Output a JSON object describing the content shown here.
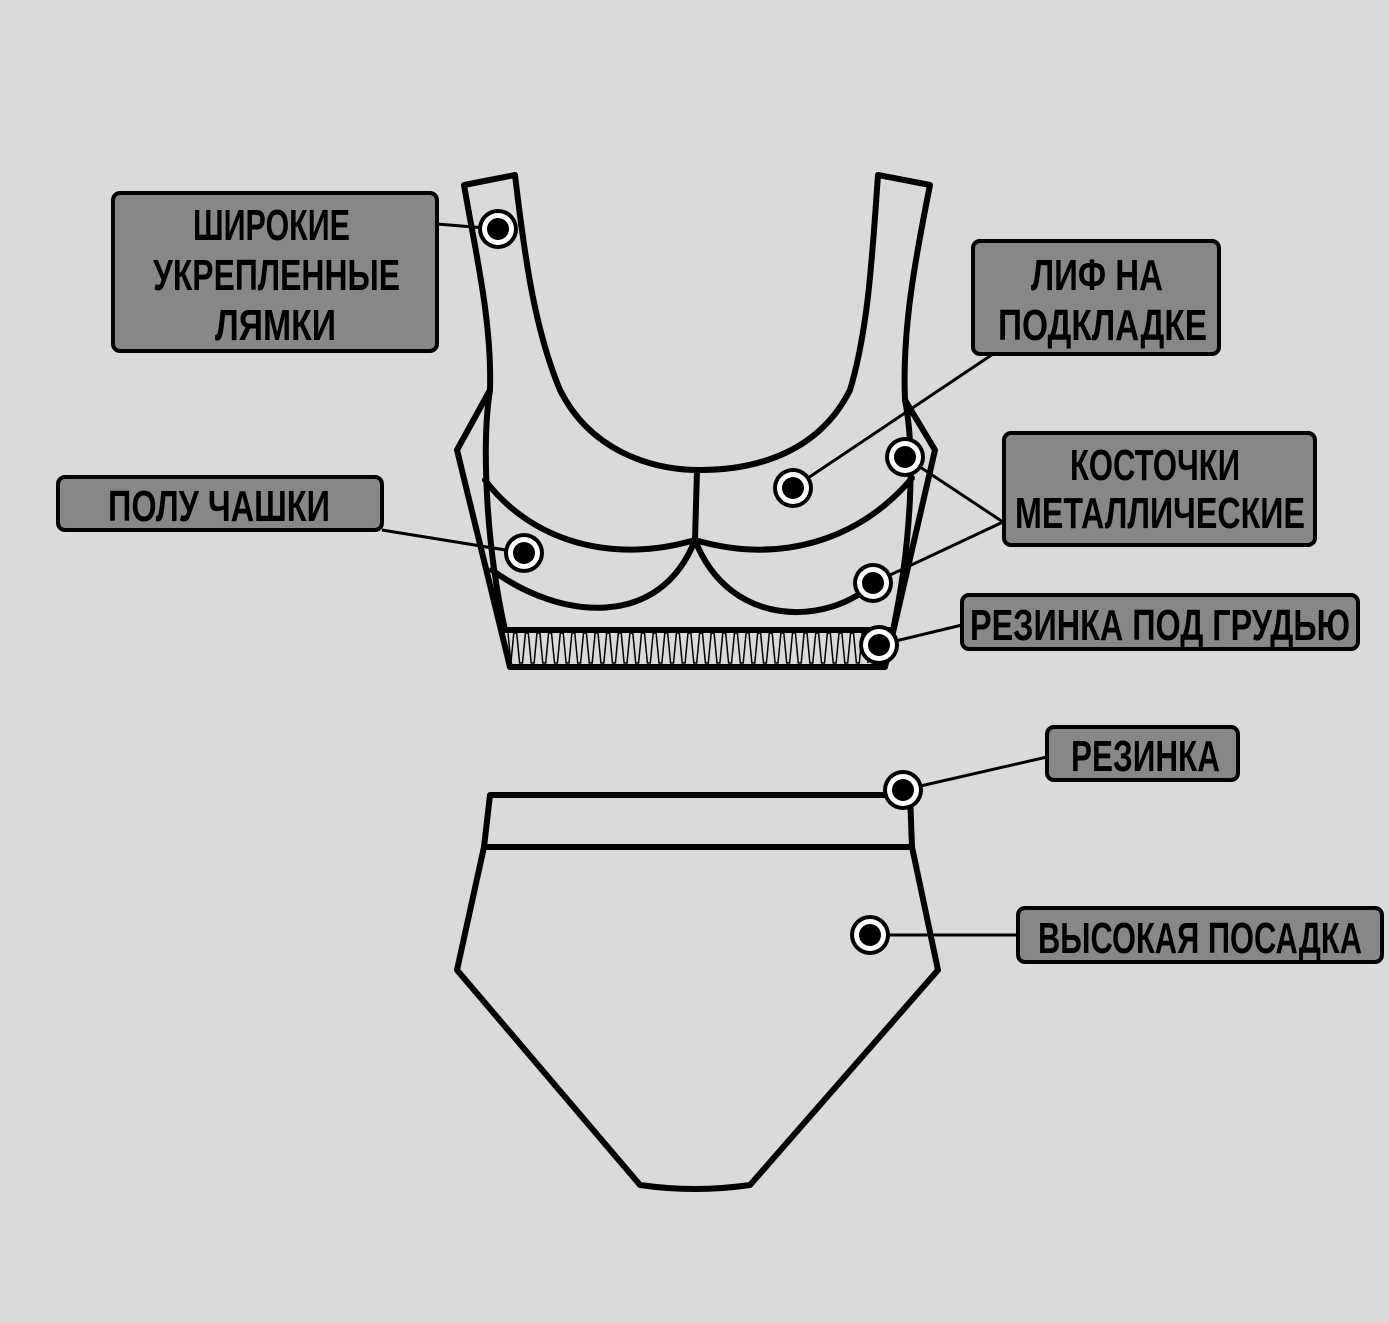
{
  "labels": {
    "straps": [
      "ШИРОКИЕ",
      "УКРЕПЛЕННЫЕ",
      "ЛЯМКИ"
    ],
    "lining": [
      "ЛИФ НА",
      "ПОДКЛАДКЕ"
    ],
    "underwire": [
      "КОСТОЧКИ",
      "МЕТАЛЛИЧЕСКИЕ"
    ],
    "half_cup": "ПОЛУ ЧАШКИ",
    "underbust_elastic": "РЕЗИНКА ПОД ГРУДЬЮ",
    "elastic": "РЕЗИНКА",
    "high_rise": "ВЫСОКАЯ ПОСАДКА"
  },
  "colors": {
    "background": "#dadada",
    "label_box": "#878787",
    "line": "#000000"
  }
}
